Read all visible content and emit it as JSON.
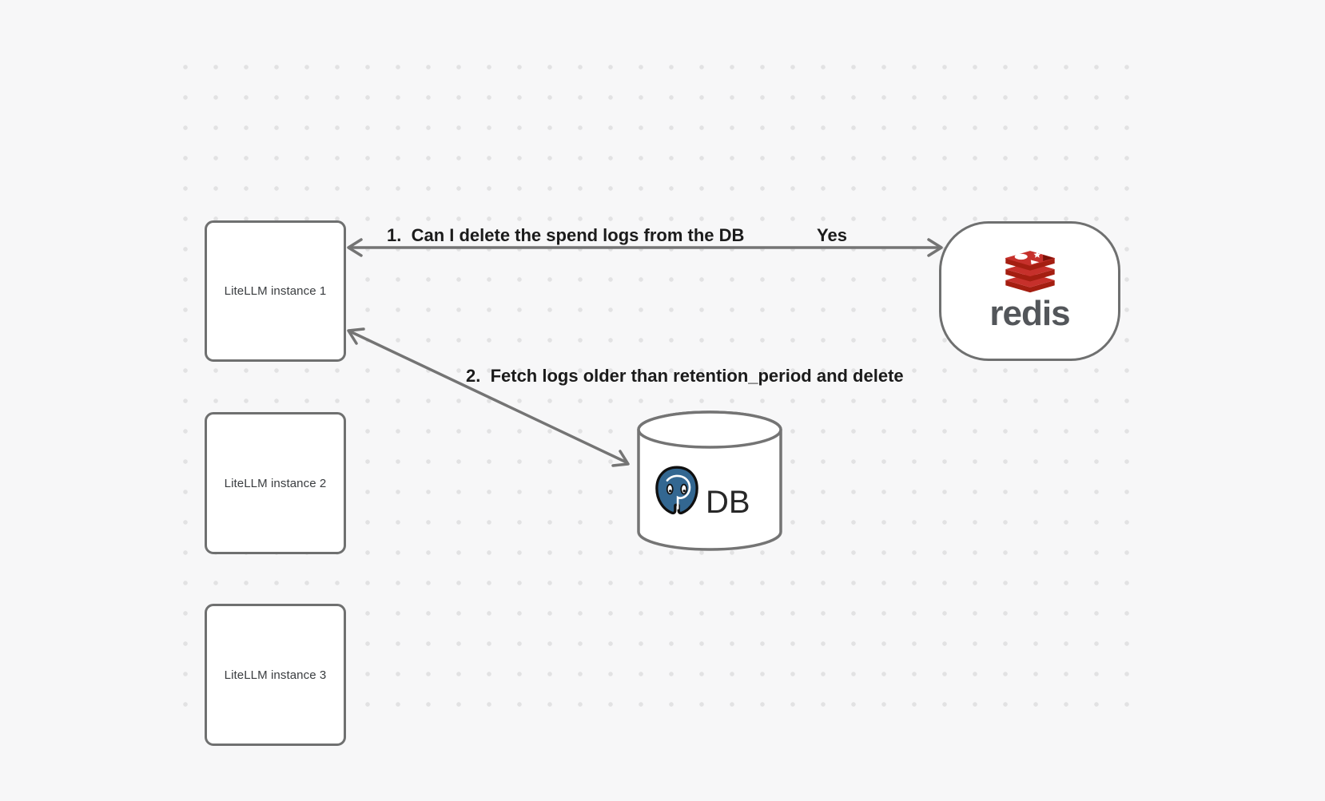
{
  "canvas": {
    "background_color": "#f7f7f8",
    "grid_dot_color": "#e2e2e3",
    "stroke_color": "#747474",
    "edge_label_color": "#1b1b1b",
    "node_label_color": "#3a3d40"
  },
  "nodes": {
    "litellm1": {
      "label": "LiteLLM instance 1"
    },
    "litellm2": {
      "label": "LiteLLM instance 2"
    },
    "litellm3": {
      "label": "LiteLLM instance 3"
    },
    "redis": {
      "wordmark": "redis"
    },
    "database": {
      "label": "DB"
    }
  },
  "edges": {
    "redis_query": {
      "step_label": "1.  Can I delete the spend logs from the DB",
      "reply_label": "Yes",
      "double_headed": true
    },
    "db_cleanup": {
      "step_label": "2.  Fetch logs older than retention_period and delete",
      "double_headed": true
    }
  },
  "icons": {
    "redis_logo": "redis-logo-icon",
    "postgres_logo": "postgresql-elephant-icon",
    "database_shape": "database-cylinder"
  },
  "brand_colors": {
    "redis_red": "#C6302B",
    "redis_dark_red": "#A41E11",
    "redis_wedge_dark": "#7C1209",
    "redis_wordmark_gray": "#53565a",
    "postgres_blue": "#336791"
  }
}
